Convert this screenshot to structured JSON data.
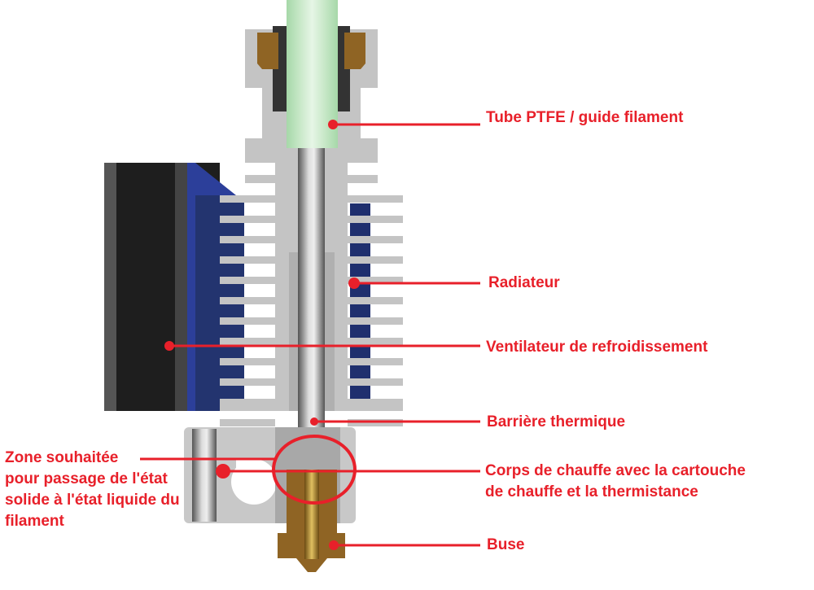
{
  "labels": {
    "ptfe": "Tube PTFE / guide filament",
    "radiator": "Radiateur",
    "fan": "Ventilateur de refroidissement",
    "heatbreak": "Barrière thermique",
    "heater_line1": "Corps de chauffe avec la cartouche",
    "heater_line2": "de chauffe et la thermistance",
    "nozzle": "Buse",
    "zone_line1": "Zone souhaitée",
    "zone_line2": "pour passage de l'état",
    "zone_line3": "solide à l'état liquide du",
    "zone_line4": "filament"
  },
  "colors": {
    "annotation": "#e8202a",
    "aluminium": "#c4c4c4",
    "ptfe": "#a6d8a8",
    "brass": "#8f6424",
    "fan_blue": "#2c3f9a",
    "fan_body": "#1e1e1e"
  }
}
